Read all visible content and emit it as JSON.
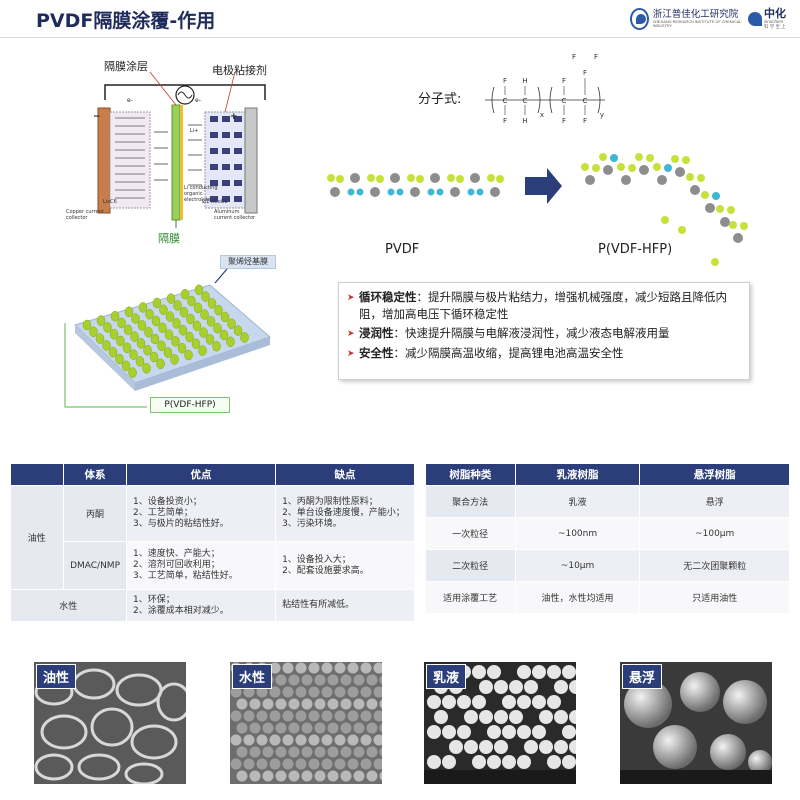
{
  "header": {
    "title": "PVDF隔膜涂覆-作用",
    "logo1_text": "浙江普佳化工研究院",
    "logo1_sub": "ZHEJIANG RESEARCH INSTITUTE OF CHEMICAL INDUSTRY",
    "logo2_text": "中化",
    "logo2_sub": "sinochem",
    "logo2_sub2": "科 学 至 上"
  },
  "battery": {
    "coating_label": "隔膜涂层",
    "binder_label": "电极粘接剂",
    "separator_label": "隔膜",
    "electrolyte_label": [
      "Li conducting",
      "organic",
      "electrolyte"
    ],
    "cathode_label": [
      "Li1-xCoO2"
    ],
    "anode_label": "LixC6",
    "copper_label": [
      "Copper current",
      "collector"
    ],
    "aluminum_label": [
      "Aluminum",
      "current collector"
    ],
    "ion_label": "Li+",
    "electron_label": "e-",
    "minus_sign": "−",
    "plus_sign": "+"
  },
  "membrane": {
    "pe_tag": "聚烯烃基膜",
    "pvdf_tag": "P(VDF-HFP)"
  },
  "formula": {
    "label": "分子式:",
    "atom_f": "F",
    "atom_h": "H",
    "atom_c": "C",
    "sub_x": "x",
    "sub_y": "y"
  },
  "molecules": {
    "left_name": "PVDF",
    "right_name": "P(VDF-HFP)"
  },
  "benefits": [
    {
      "name": "循环稳定性",
      "text": "：提升隔膜与极片粘结力，增强机械强度，减少短路且降低内阻，增加高电压下循环稳定性"
    },
    {
      "name": "浸润性",
      "text": "：快速提升隔膜与电解液浸润性，减少液态电解液用量"
    },
    {
      "name": "安全性",
      "text": "：减少隔膜高温收缩，提高锂电池高温安全性"
    }
  ],
  "table1": {
    "headers": [
      "",
      "体系",
      "优点",
      "缺点"
    ],
    "category_oil": "油性",
    "rows": [
      {
        "system": "丙酮",
        "pros": [
          "1、设备投资小；",
          "2、工艺简单；",
          "3、与极片的粘结性好。"
        ],
        "cons": [
          "1、丙酮为限制性原料；",
          "2、单台设备速度慢，产能小；",
          "3、污染环境。"
        ]
      },
      {
        "system": "DMAC/NMP",
        "pros": [
          "1、速度快、产能大；",
          "2、溶剂可回收利用；",
          "3、工艺简单，粘结性好。"
        ],
        "cons": [
          "1、设备投入大；",
          "2、配套设施要求高。"
        ]
      }
    ],
    "water_row": {
      "system": "水性",
      "pros": [
        "1、环保；",
        "2、涂覆成本相对减少。"
      ],
      "cons": [
        "粘结性有所减低。"
      ]
    }
  },
  "table2": {
    "headers": [
      "树脂种类",
      "乳液树脂",
      "悬浮树脂"
    ],
    "rows": [
      [
        "聚合方法",
        "乳液",
        "悬浮"
      ],
      [
        "一次粒径",
        "~100nm",
        "~100μm"
      ],
      [
        "二次粒径",
        "~10μm",
        "无二次团聚颗粒"
      ],
      [
        "适用涂覆工艺",
        "油性，水性均适用",
        "只适用油性"
      ]
    ]
  },
  "photos": [
    {
      "label": "油性"
    },
    {
      "label": "水性"
    },
    {
      "label": "乳液"
    },
    {
      "label": "悬浮"
    }
  ],
  "colors": {
    "header_bg": "#2c3e7a",
    "accent_red": "#c43a2b",
    "f_atom": "#c8e03a",
    "h_atom": "#3fb6d8",
    "c_atom": "#8d8d8d",
    "pvdf_dot": "#a8cf2a"
  }
}
